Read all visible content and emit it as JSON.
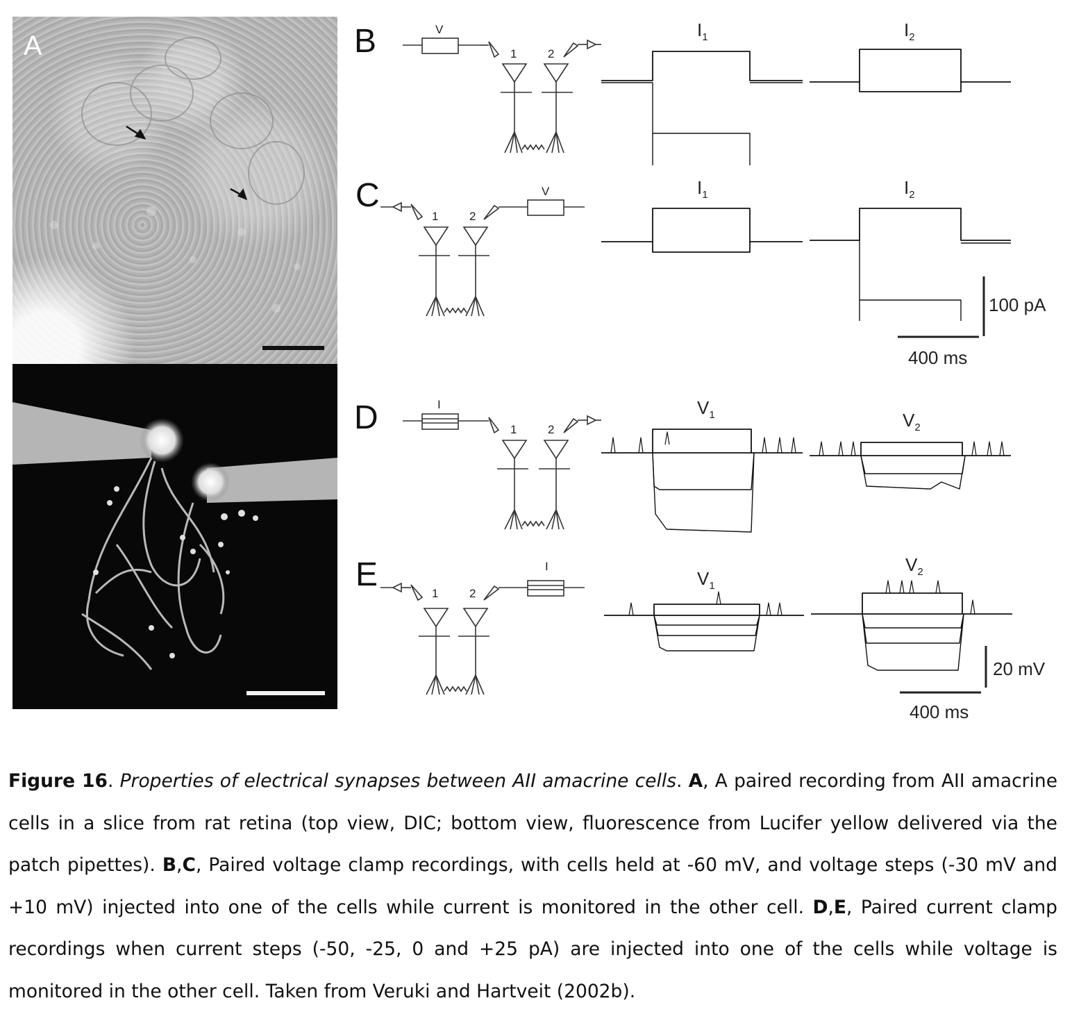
{
  "panels": {
    "A": "A",
    "B": "B",
    "C": "C",
    "D": "D",
    "E": "E"
  },
  "diagrams": {
    "voltage_source": "V",
    "current_source": "I",
    "cell_1": "1",
    "cell_2": "2"
  },
  "traces": {
    "B": {
      "left": "I",
      "left_sub": "1",
      "right": "I",
      "right_sub": "2"
    },
    "C": {
      "left": "I",
      "left_sub": "1",
      "right": "I",
      "right_sub": "2"
    },
    "D": {
      "left": "V",
      "left_sub": "1",
      "right": "V",
      "right_sub": "2"
    },
    "E": {
      "left": "V",
      "left_sub": "1",
      "right": "V",
      "right_sub": "2"
    }
  },
  "scale_bars": {
    "current": "100 pA",
    "time_top": "400 ms",
    "voltage": "20 mV",
    "time_bottom": "400 ms"
  },
  "caption": {
    "figure_label": "Figure 16",
    "sep1": ". ",
    "title": "Properties of electrical synapses between AII amacrine cells",
    "sep2": ". ",
    "a_label": "A",
    "a_text": ", A paired recording from AII amacrine cells in a slice from rat retina (top view, DIC; bottom view, fluorescence from Lucifer yellow delivered via the patch pipettes).  ",
    "bc_label_b": "B",
    "bc_comma": ",",
    "bc_label_c": "C",
    "bc_text": ", Paired voltage clamp recordings, with cells held at -60 mV, and voltage steps (-30 mV and +10 mV) injected into one of the cells while current is monitored in the other cell. ",
    "de_label_d": "D",
    "de_comma": ",",
    "de_label_e": "E",
    "de_text": ", Paired current clamp recordings when current steps (-50, -25, 0 and +25 pA) are injected into one of the cells while voltage is monitored in the other cell. Taken from Veruki and Hartveit (2002b)."
  }
}
